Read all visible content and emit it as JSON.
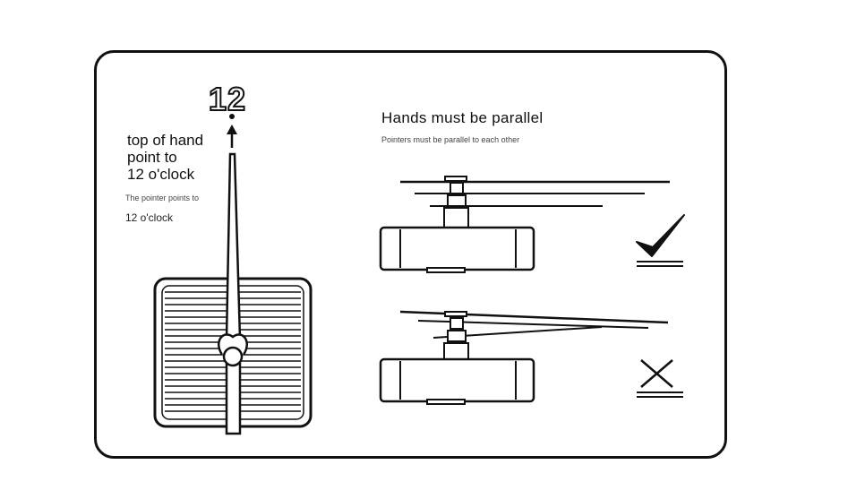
{
  "dial": {
    "number": "12"
  },
  "instruction": {
    "main_line1": "top of hand",
    "main_line2": "point to",
    "main_line3": "12 o'clock",
    "sub_line1": "The pointer points to",
    "sub_line2": "12 o'clock"
  },
  "parallel": {
    "title": "Hands must be parallel",
    "subtitle": "Pointers must be parallel to each other"
  },
  "marks": {
    "correct": "check-mark-icon",
    "wrong": "cross-mark-icon"
  },
  "colors": {
    "line": "#111111",
    "background": "#ffffff"
  }
}
